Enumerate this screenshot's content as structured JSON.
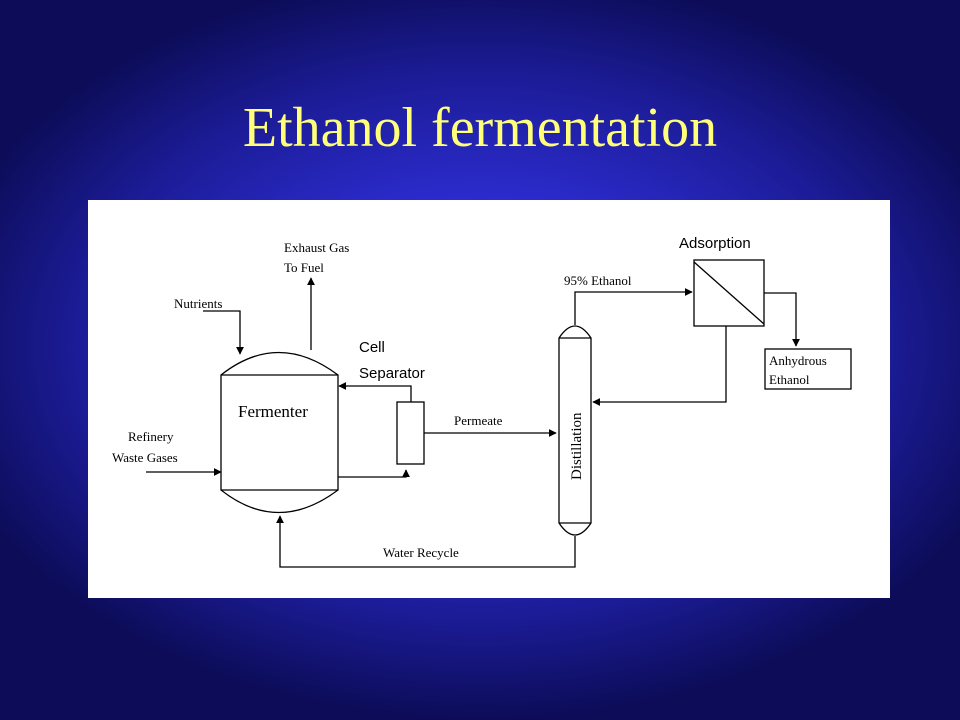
{
  "slide": {
    "title": "Ethanol fermentation"
  },
  "diagram": {
    "units": {
      "fermenter": "Fermenter",
      "cell_separator": [
        "Cell",
        "Separator"
      ],
      "distillation": "Distillation",
      "adsorption": "Adsorption"
    },
    "streams": {
      "exhaust_gas": [
        "Exhaust Gas",
        "To Fuel"
      ],
      "nutrients": "Nutrients",
      "refinery_waste_gases": [
        "Refinery",
        "Waste Gases"
      ],
      "permeate": "Permeate",
      "ethanol_95": "95% Ethanol",
      "anhydrous_ethanol": [
        "Anhydrous",
        "Ethanol"
      ],
      "water_recycle": "Water Recycle"
    }
  }
}
